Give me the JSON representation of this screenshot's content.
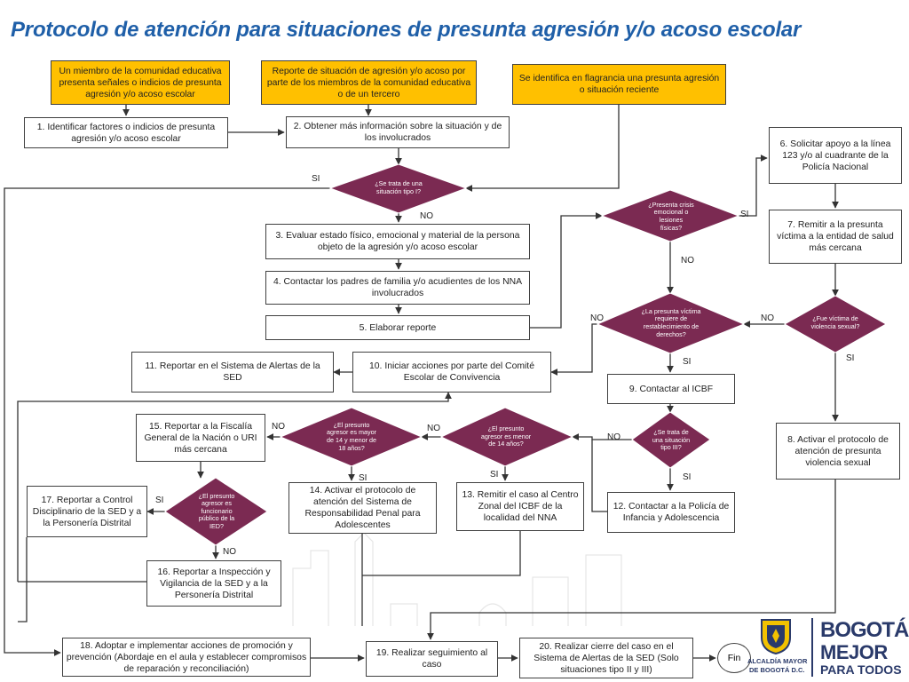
{
  "title": "Protocolo de atención para situaciones de presunta agresión y/o acoso escolar",
  "start": {
    "a": "Un miembro de la comunidad educativa presenta señales o indicios de presunta agresión y/o acoso escolar",
    "b": "Reporte de situación de agresión y/o acoso por parte de los miembros de la comunidad educativa o de un tercero",
    "c": "Se identifica en flagrancia una presunta agresión o situación reciente"
  },
  "steps": {
    "s1": "1. Identificar factores o indicios de presunta agresión y/o acoso escolar",
    "s2": "2. Obtener más información sobre la situación y de los involucrados",
    "s3": "3. Evaluar estado físico, emocional y material de la persona objeto de la agresión y/o acoso escolar",
    "s4": "4. Contactar los padres de familia y/o acudientes de los NNA involucrados",
    "s5": "5. Elaborar reporte",
    "s6": "6. Solicitar apoyo a la línea 123 y/o al cuadrante de la Policía Nacional",
    "s7": "7. Remitir a la presunta víctima a la entidad de salud más cercana",
    "s8": "8. Activar el protocolo de atención de presunta violencia sexual",
    "s9": "9. Contactar al ICBF",
    "s10": "10. Iniciar acciones por parte del Comité Escolar de Convivencia",
    "s11": "11. Reportar en el Sistema de Alertas de la SED",
    "s12": "12. Contactar a la Policía de Infancia y Adolescencia",
    "s13": "13. Remitir el caso al Centro Zonal del ICBF de la localidad del NNA",
    "s14": "14. Activar el protocolo de atención del Sistema de Responsabilidad Penal para Adolescentes",
    "s15": "15. Reportar a la Fiscalía General de la Nación o URI más cercana",
    "s16": "16. Reportar a Inspección y Vigilancia de la SED y a la Personería Distrital",
    "s17": "17. Reportar a Control Disciplinario de la SED y a la Personería Distrital",
    "s18": "18. Adoptar e implementar acciones de promoción y prevención (Abordaje en el aula y establecer compromisos de reparación y reconciliación)",
    "s19": "19. Realizar seguimiento al caso",
    "s20": "20. Realizar cierre del caso en el Sistema de Alertas de la SED (Solo situaciones tipo II y III)"
  },
  "decisions": {
    "d1": "¿Se trata de una situación tipo I?",
    "d2": "¿Presenta crisis emocional o lesiones físicas?",
    "d3": "¿La presunta víctima requiere de restablecimiento de derechos?",
    "d4": "¿Fue víctima de violencia sexual?",
    "d5": "¿Se trata de una situación tipo III?",
    "d6": "¿El presunto agresor es menor de 14 años?",
    "d7": "¿El presunto agresor es mayor de 14 y menor de 18 años?",
    "d8": "¿El presunto agresor es funcionario público de la IED?"
  },
  "labels": {
    "yes": "SI",
    "no": "NO"
  },
  "end": "Fin",
  "logo": {
    "alcaldia_line1": "ALCALDÍA MAYOR",
    "alcaldia_line2": "DE BOGOTÁ D.C.",
    "brand_line1": "BOGOTÁ",
    "brand_line2": "MEJOR",
    "brand_line3": "PARA TODOS"
  },
  "colors": {
    "title": "#1f5fa8",
    "start_box": "#ffc000",
    "decision": "#7b2a52",
    "lines": "#333333"
  }
}
